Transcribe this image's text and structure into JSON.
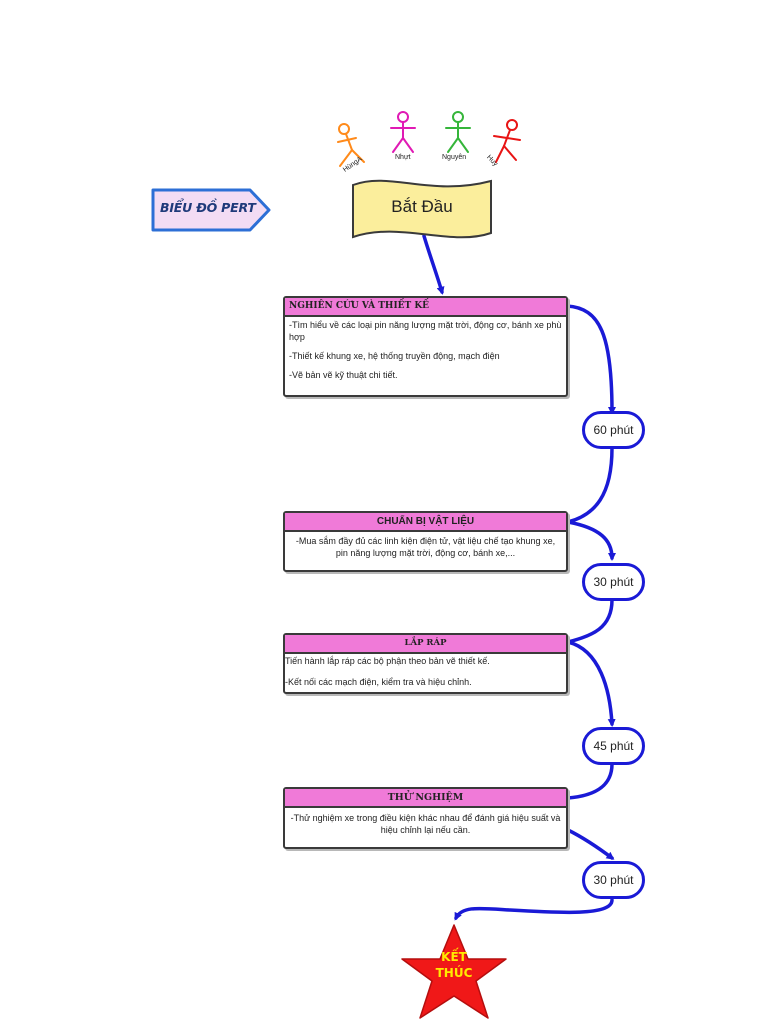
{
  "title": "BIỂU ĐỒ PERT",
  "team": [
    "HùngA",
    "Nhựt",
    "Nguyên",
    "Huy"
  ],
  "start_label": "Bắt Đầu",
  "tasks": [
    {
      "header": "NGHIÊN CỨU VÀ THIẾT KẾ",
      "lines": [
        "-Tìm hiểu về các loại pin năng lượng mặt trời, động cơ, bánh xe phù hợp",
        "-Thiết kế khung xe, hệ thống truyền động, mạch điện",
        "-Vẽ bản vẽ kỹ thuật chi tiết."
      ]
    },
    {
      "header": "CHUẨN BỊ VẬT  LIỆU",
      "lines": [
        "-Mua sắm đầy đủ các linh kiện điện tử, vật liệu chế tạo khung xe, pin năng lượng mặt trời, động cơ, bánh xe,..."
      ]
    },
    {
      "header": "LẮP RÁP",
      "lines": [
        "Tiến hành lắp ráp các bộ phận theo bản vẽ thiết kế.",
        "-Kết nối các mạch điện, kiểm tra và hiệu chỉnh."
      ]
    },
    {
      "header": "THỬ NGHIỆM",
      "lines": [
        "-Thử nghiệm xe trong điều kiện khác nhau để đánh giá hiệu suất và hiệu chỉnh lại nếu cần."
      ]
    }
  ],
  "durations": [
    "60 phút",
    "30 phút",
    "45 phút",
    "30 phút"
  ],
  "end_label": "KẾT THÚC",
  "colors": {
    "connector": "#1a1ad6",
    "task_header": "#f07ad8",
    "start_fill": "#fbee9c",
    "title_fill": "#f3dcf4",
    "title_border": "#2d6fd6",
    "end_fill": "#f01818",
    "end_text": "#ffea00",
    "person_colors": [
      "#ff8a1a",
      "#e01ab4",
      "#35b53a",
      "#e81414"
    ]
  }
}
